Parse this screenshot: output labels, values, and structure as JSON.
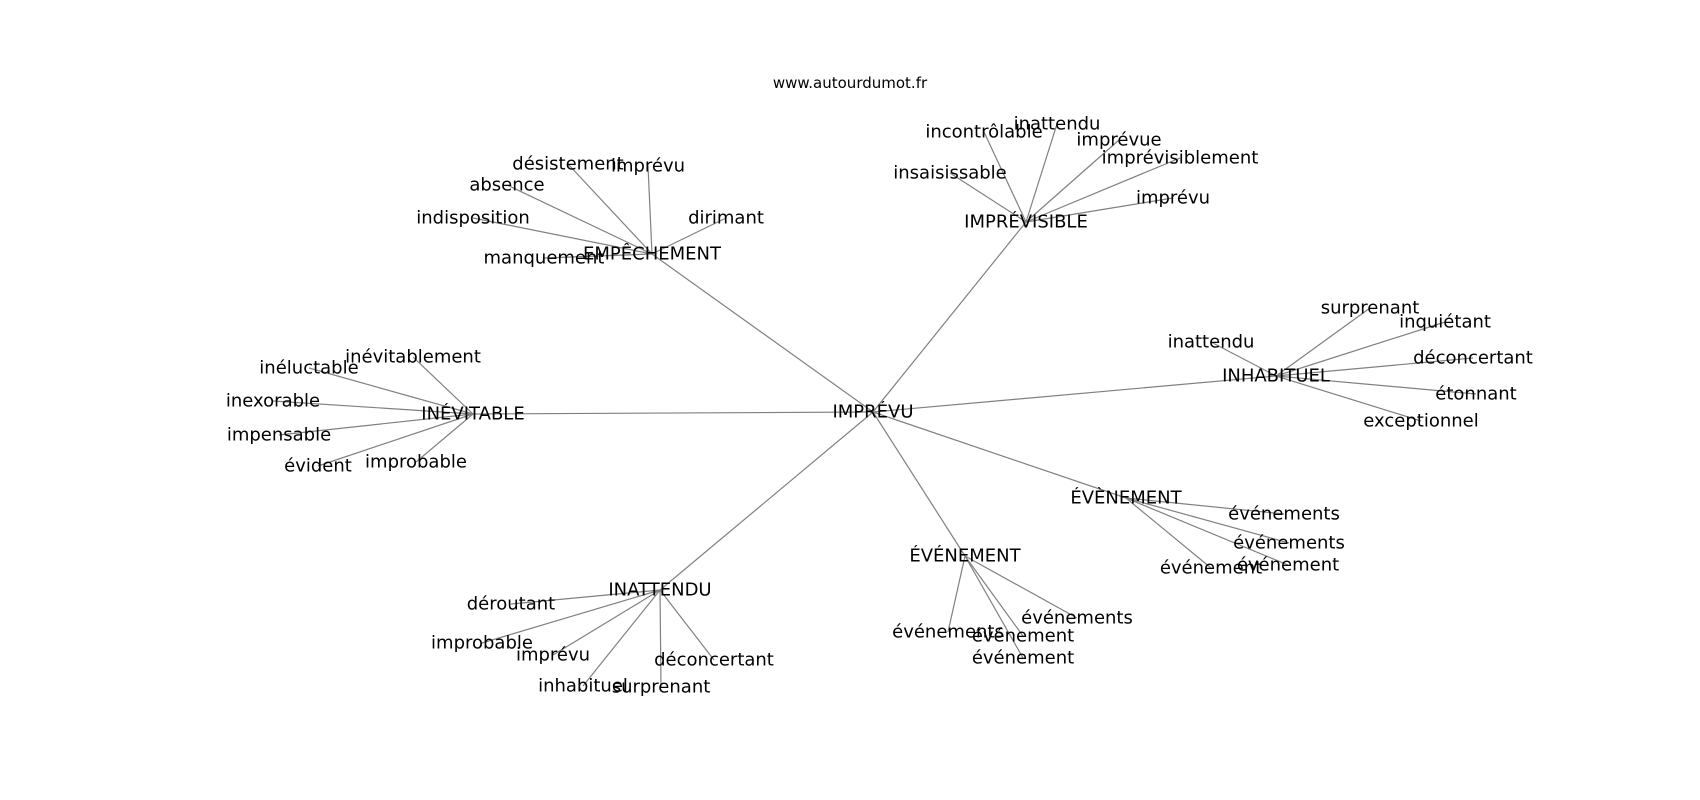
{
  "source": "www.autourdumot.fr",
  "center": "IMPRÉVU",
  "clusters": [
    {
      "id": "empechement",
      "label": "EMPÊCHEMENT",
      "words": [
        "désistement",
        "imprévu",
        "absence",
        "dirimant",
        "indisposition",
        "manquement"
      ]
    },
    {
      "id": "imprevisible",
      "label": "IMPRÉVISIBLE",
      "words": [
        "incontrôlable",
        "inattendu",
        "imprévue",
        "imprévisiblement",
        "insaisissable",
        "imprévu"
      ]
    },
    {
      "id": "inhabituel",
      "label": "INHABITUEL",
      "words": [
        "surprenant",
        "inquiétant",
        "inattendu",
        "déconcertant",
        "étonnant",
        "exceptionnel"
      ]
    },
    {
      "id": "inevitable",
      "label": "INÉVITABLE",
      "words": [
        "inévitablement",
        "inéluctable",
        "inexorable",
        "impensable",
        "improbable",
        "évident"
      ]
    },
    {
      "id": "evenement-grave",
      "label": "ÉVÈNEMENT",
      "words": [
        "événements",
        "événements",
        "événement",
        "événement"
      ]
    },
    {
      "id": "evenement",
      "label": "ÉVÉNEMENT",
      "words": [
        "événements",
        "événement",
        "événements",
        "événement"
      ]
    },
    {
      "id": "inattendu",
      "label": "INATTENDU",
      "words": [
        "déroutant",
        "improbable",
        "imprévu",
        "déconcertant",
        "inhabituel",
        "surprenant"
      ]
    }
  ]
}
